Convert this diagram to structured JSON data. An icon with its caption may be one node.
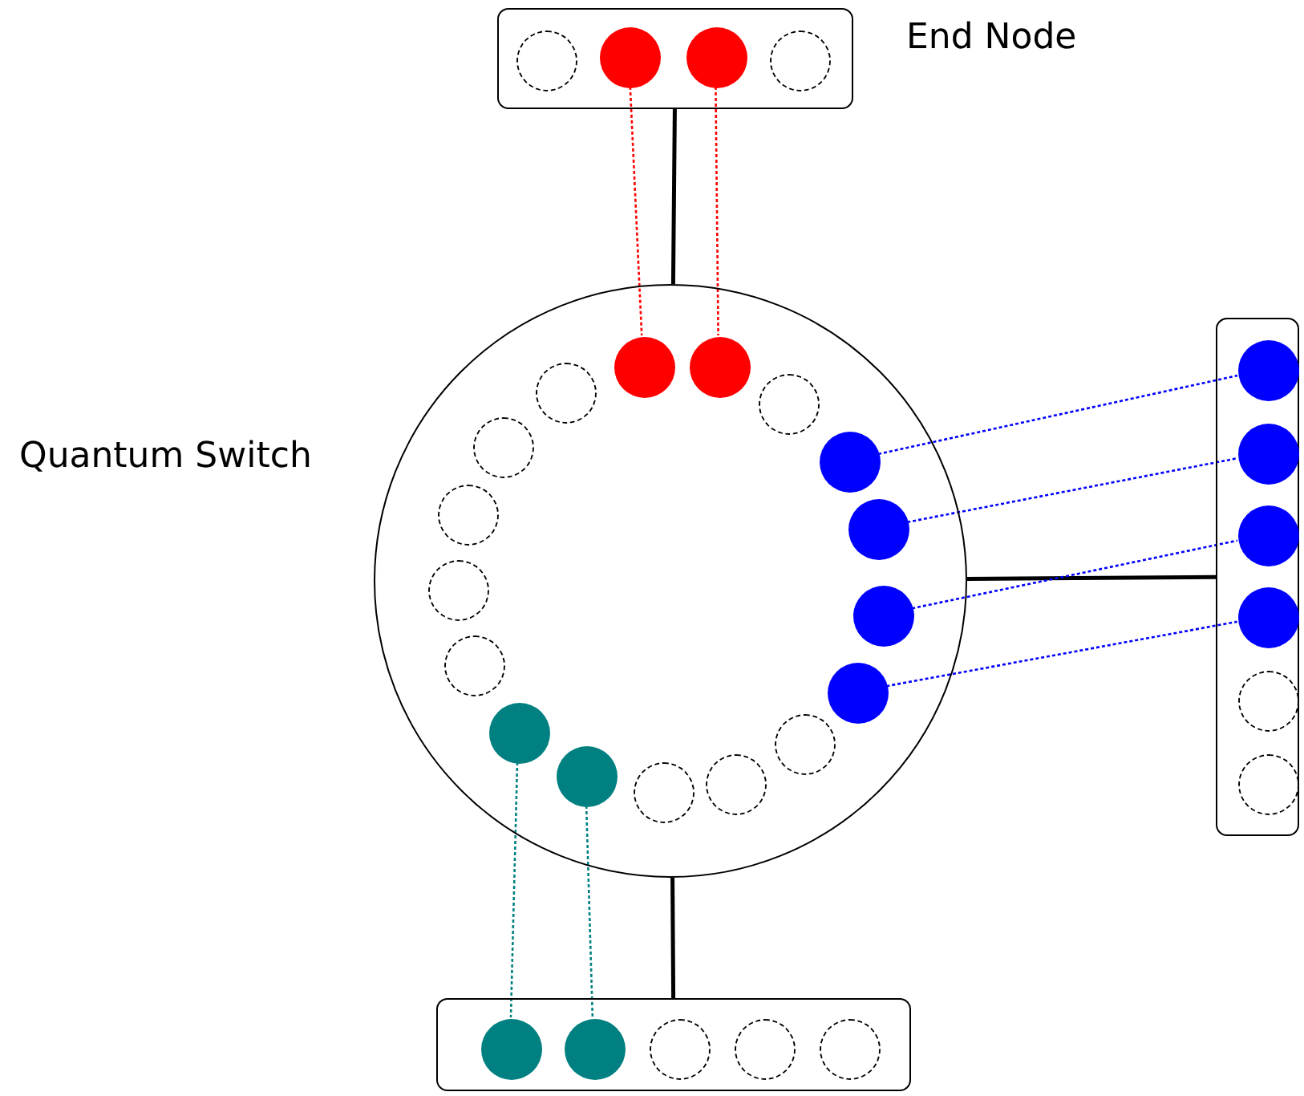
{
  "diagram": {
    "nodes": [
      {
        "text": [
          "End Node"
        ]
      },
      {
        "text": [],
        "shape": "circle",
        "in": 0
      },
      {
        "text": [],
        "shape": "circle",
        "in": 0
      },
      {
        "text": [],
        "shape": "circle",
        "in": 0
      },
      {
        "text": [],
        "shape": "circle",
        "in": 0
      },
      {
        "text": [
          "Quantum Switch"
        ]
      },
      {
        "text": [],
        "shape": "circle",
        "in": 5
      },
      {
        "text": [],
        "shape": "circle",
        "in": 5
      },
      {
        "text": [],
        "shape": "circle",
        "in": 5
      },
      {
        "text": [],
        "shape": "circle",
        "in": 5
      },
      {
        "text": [],
        "shape": "circle",
        "in": 5
      },
      {
        "text": [],
        "shape": "circle",
        "in": 5
      },
      {
        "text": [],
        "shape": "circle",
        "in": 5
      },
      {
        "text": [],
        "shape": "circle",
        "in": 5
      },
      {
        "text": [],
        "shape": "circle",
        "in": 5
      },
      {
        "text": [],
        "shape": "circle",
        "in": 5
      },
      {
        "text": [],
        "shape": "circle",
        "in": 5
      },
      {
        "text": [],
        "shape": "circle",
        "in": 5
      },
      {
        "text": [],
        "shape": "circle",
        "in": 5
      },
      {
        "text": [],
        "shape": "circle",
        "in": 5
      },
      {
        "text": [],
        "shape": "circle",
        "in": 5
      },
      {
        "text": [],
        "shape": "circle",
        "in": 5
      },
      {
        "text": [],
        "shape": "circle",
        "in": 5
      },
      {
        "text": [],
        "shape": "box"
      },
      {
        "text": [],
        "shape": "circle",
        "in": 23
      },
      {
        "text": [],
        "shape": "circle",
        "in": 23
      },
      {
        "text": [],
        "shape": "circle",
        "in": 23
      },
      {
        "text": [],
        "shape": "circle",
        "in": 23
      },
      {
        "text": [],
        "shape": "circle",
        "in": 23
      },
      {
        "text": [],
        "shape": "circle",
        "in": 23
      },
      {
        "text": [],
        "shape": "box"
      },
      {
        "text": [],
        "shape": "circle",
        "in": 30
      },
      {
        "text": [],
        "shape": "circle",
        "in": 30
      },
      {
        "text": [],
        "shape": "circle",
        "in": 30
      },
      {
        "text": [],
        "shape": "circle",
        "in": 30
      },
      {
        "text": [],
        "shape": "circle",
        "in": 30
      }
    ],
    "edges": [
      {
        "from": 0,
        "to": 5,
        "arrow": "none",
        "color": "#000000"
      },
      {
        "from": 5,
        "to": 23,
        "arrow": "none",
        "color": "#000000"
      },
      {
        "from": 5,
        "to": 30,
        "arrow": "none",
        "color": "#000000"
      },
      {
        "from": 2,
        "to": 6,
        "arrow": "none",
        "style": "dashed",
        "color": "#ff0000"
      },
      {
        "from": 3,
        "to": 7,
        "arrow": "none",
        "style": "dashed",
        "color": "#ff0000"
      },
      {
        "from": 11,
        "to": 24,
        "arrow": "none",
        "style": "dashed",
        "color": "#0000ff"
      },
      {
        "from": 13,
        "to": 25,
        "arrow": "none",
        "style": "dashed",
        "color": "#0000ff"
      },
      {
        "from": 15,
        "to": 26,
        "arrow": "none",
        "style": "dashed",
        "color": "#0000ff"
      },
      {
        "from": 17,
        "to": 27,
        "arrow": "none",
        "style": "dashed",
        "color": "#0000ff"
      },
      {
        "from": 18,
        "to": 31,
        "arrow": "none",
        "style": "dashed",
        "color": "#008080"
      },
      {
        "from": 20,
        "to": 32,
        "arrow": "none",
        "style": "dashed",
        "color": "#008080"
      }
    ]
  }
}
